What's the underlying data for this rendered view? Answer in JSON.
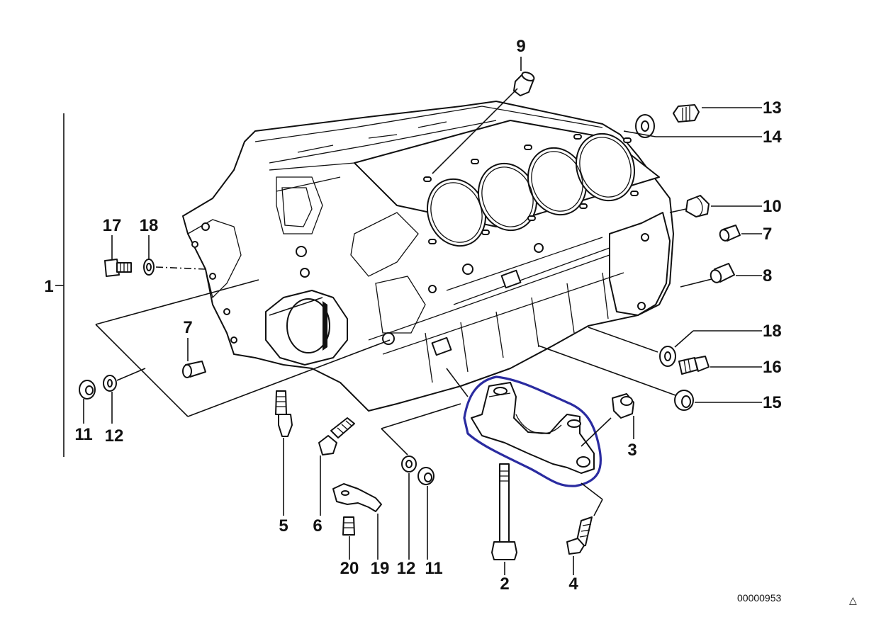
{
  "diagram": {
    "image_code": "00000953",
    "corner_symbol": "△",
    "callouts": {
      "c1": "1",
      "c2": "2",
      "c3": "3",
      "c4": "4",
      "c5": "5",
      "c6": "6",
      "c7a": "7",
      "c7b": "7",
      "c8": "8",
      "c9": "9",
      "c10": "10",
      "c11a": "11",
      "c11b": "11",
      "c12a": "12",
      "c12b": "12",
      "c13": "13",
      "c14": "14",
      "c15": "15",
      "c16": "16",
      "c17": "17",
      "c18a": "18",
      "c18b": "18",
      "c19": "19",
      "c20": "20"
    },
    "highlight_color": "#2a2ba0",
    "line_color": "#111111"
  }
}
